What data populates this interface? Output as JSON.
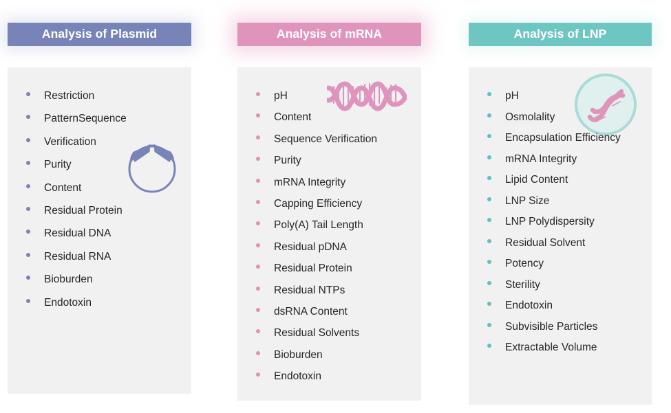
{
  "page": {
    "background_color": "#ffffff",
    "card_background": "#f1f1f1",
    "text_color": "#262626"
  },
  "columns": [
    {
      "id": "plasmid",
      "header": {
        "label": "Analysis of Plasmid",
        "bar_color": "#7884b8",
        "text_color": "#ffffff"
      },
      "icon": {
        "name": "plasmid-circle-icon",
        "color": "#7884b8"
      },
      "bullet_color": "#7b83b8",
      "items": [
        "Restriction",
        "PatternSequence",
        "Verification",
        "Purity",
        "Content",
        "Residual Protein",
        "Residual DNA",
        "Residual RNA",
        "Bioburden",
        "Endotoxin"
      ]
    },
    {
      "id": "mrna",
      "header": {
        "label": "Analysis of mRNA",
        "bar_color": "#df94bc",
        "text_color": "#ffffff"
      },
      "icon": {
        "name": "mrna-helix-icon",
        "color": "#df94bc"
      },
      "bullet_color": "#dd92b7",
      "items": [
        "pH",
        "Content",
        "Sequence Verification",
        "Purity",
        "mRNA Integrity",
        "Capping Efficiency",
        "Poly(A) Tail Length",
        "Residual pDNA",
        "Residual Protein",
        "Residual NTPs",
        "dsRNA Content",
        "Residual Solvents",
        "Bioburden",
        "Endotoxin"
      ]
    },
    {
      "id": "lnp",
      "header": {
        "label": "Analysis of LNP",
        "bar_color": "#6ec6c2",
        "text_color": "#ffffff"
      },
      "icon": {
        "name": "lnp-nanoparticle-icon",
        "color": "#9fd9d7",
        "inner_color": "#df94bc"
      },
      "bullet_color": "#62bfbd",
      "items": [
        "pH",
        "Osmolality",
        "Encapsulation Efficiency",
        "mRNA Integrity",
        "Lipid Content",
        "LNP Size",
        "LNP Polydispersity",
        "Residual Solvent",
        "Potency",
        "Sterility",
        "Endotoxin",
        "Subvisible Particles",
        "Extractable Volume"
      ]
    }
  ]
}
